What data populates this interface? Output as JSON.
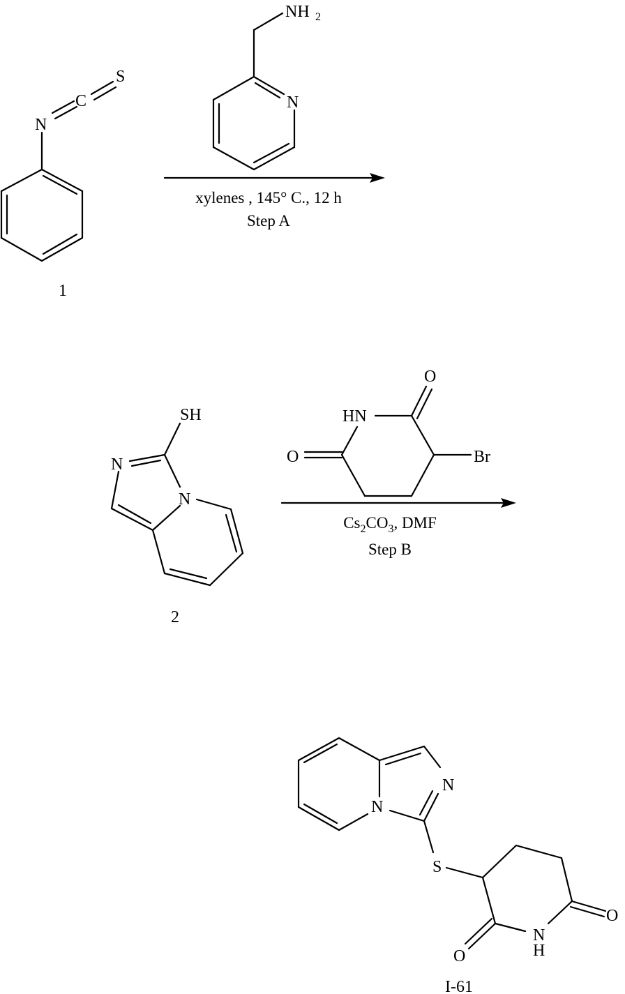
{
  "scheme": {
    "compounds": [
      {
        "id": "1",
        "label": "1",
        "name": "phenyl isothiocyanate",
        "atoms": [
          "N",
          "C",
          "S"
        ]
      },
      {
        "id": "reagentA",
        "name": "2-(aminomethyl)pyridine",
        "atoms": [
          "NH",
          "2",
          "N"
        ]
      },
      {
        "id": "2",
        "label": "2",
        "name": "imidazo[1,5-a]pyridine-3-thiol",
        "atoms": [
          "SH",
          "N",
          "N"
        ]
      },
      {
        "id": "reagentB",
        "name": "3-bromopiperidine-2,6-dione",
        "atoms": [
          "O",
          "HN",
          "O",
          "Br"
        ]
      },
      {
        "id": "I-61",
        "label": "I-61",
        "atoms": [
          "N",
          "N",
          "S",
          "O",
          "N",
          "H",
          "O"
        ]
      }
    ],
    "steps": [
      {
        "id": "A",
        "conditions": "xylenes , 145° C., 12 h",
        "label": "Step A"
      },
      {
        "id": "B",
        "conditions_parts": [
          "Cs",
          "2",
          "CO",
          "3",
          ", DMF"
        ],
        "label": "Step B"
      }
    ]
  }
}
